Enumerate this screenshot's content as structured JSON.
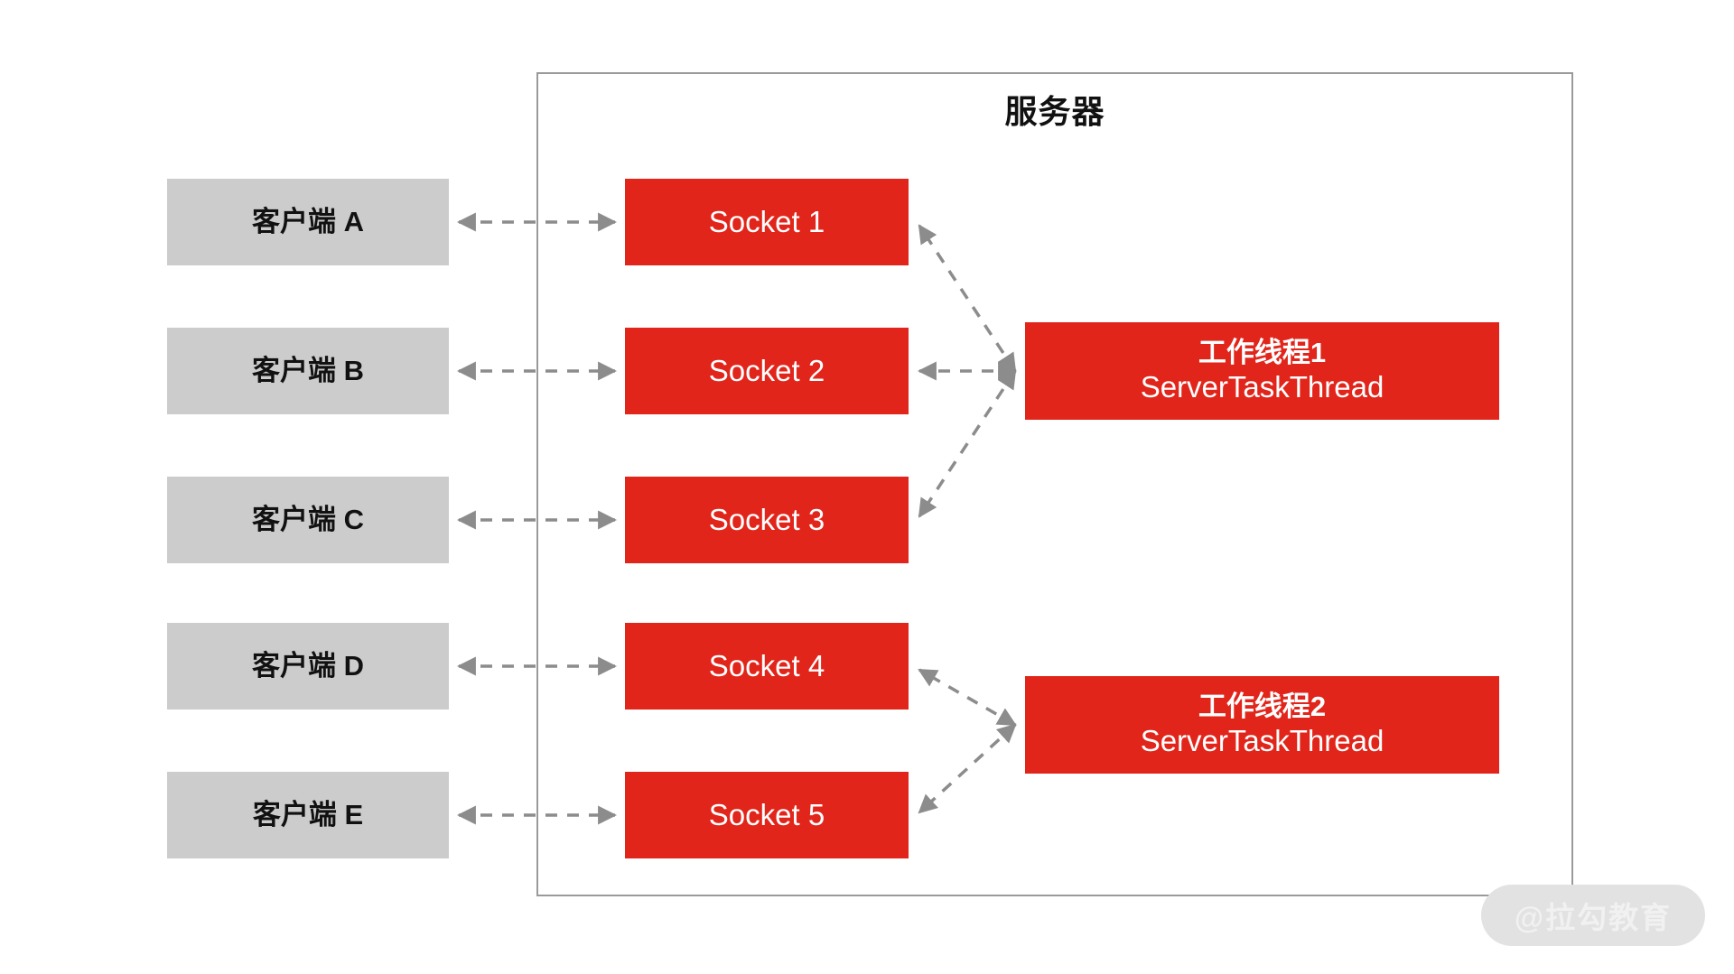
{
  "diagram": {
    "title": "服务器",
    "server_border_color": "#9a9a9a",
    "accent_red": "#E1251B",
    "client_gray": "#CCCCCC",
    "arrow_gray": "#8C8C8C"
  },
  "clients": [
    {
      "label": "客户端 A"
    },
    {
      "label": "客户端 B"
    },
    {
      "label": "客户端 C"
    },
    {
      "label": "客户端 D"
    },
    {
      "label": "客户端 E"
    }
  ],
  "sockets": [
    {
      "label": "Socket 1"
    },
    {
      "label": "Socket 2"
    },
    {
      "label": "Socket 3"
    },
    {
      "label": "Socket 4"
    },
    {
      "label": "Socket 5"
    }
  ],
  "workers": [
    {
      "name": "工作线程1",
      "class_name": "ServerTaskThread",
      "connects_to": [
        "Socket 1",
        "Socket 2",
        "Socket 3"
      ]
    },
    {
      "name": "工作线程2",
      "class_name": "ServerTaskThread",
      "connects_to": [
        "Socket 4",
        "Socket 5"
      ]
    }
  ],
  "connections": [
    {
      "from": "客户端 A",
      "to": "Socket 1",
      "style": "dashed",
      "direction": "bidirectional"
    },
    {
      "from": "客户端 B",
      "to": "Socket 2",
      "style": "dashed",
      "direction": "bidirectional"
    },
    {
      "from": "客户端 C",
      "to": "Socket 3",
      "style": "dashed",
      "direction": "bidirectional"
    },
    {
      "from": "客户端 D",
      "to": "Socket 4",
      "style": "dashed",
      "direction": "bidirectional"
    },
    {
      "from": "客户端 E",
      "to": "Socket 5",
      "style": "dashed",
      "direction": "bidirectional"
    },
    {
      "from": "工作线程1",
      "to": "Socket 1",
      "style": "dashed",
      "direction": "bidirectional"
    },
    {
      "from": "工作线程1",
      "to": "Socket 2",
      "style": "dashed",
      "direction": "bidirectional"
    },
    {
      "from": "工作线程1",
      "to": "Socket 3",
      "style": "dashed",
      "direction": "bidirectional"
    },
    {
      "from": "工作线程2",
      "to": "Socket 4",
      "style": "dashed",
      "direction": "bidirectional"
    },
    {
      "from": "工作线程2",
      "to": "Socket 5",
      "style": "dashed",
      "direction": "bidirectional"
    }
  ],
  "watermark": {
    "text": "@拉勾教育"
  }
}
